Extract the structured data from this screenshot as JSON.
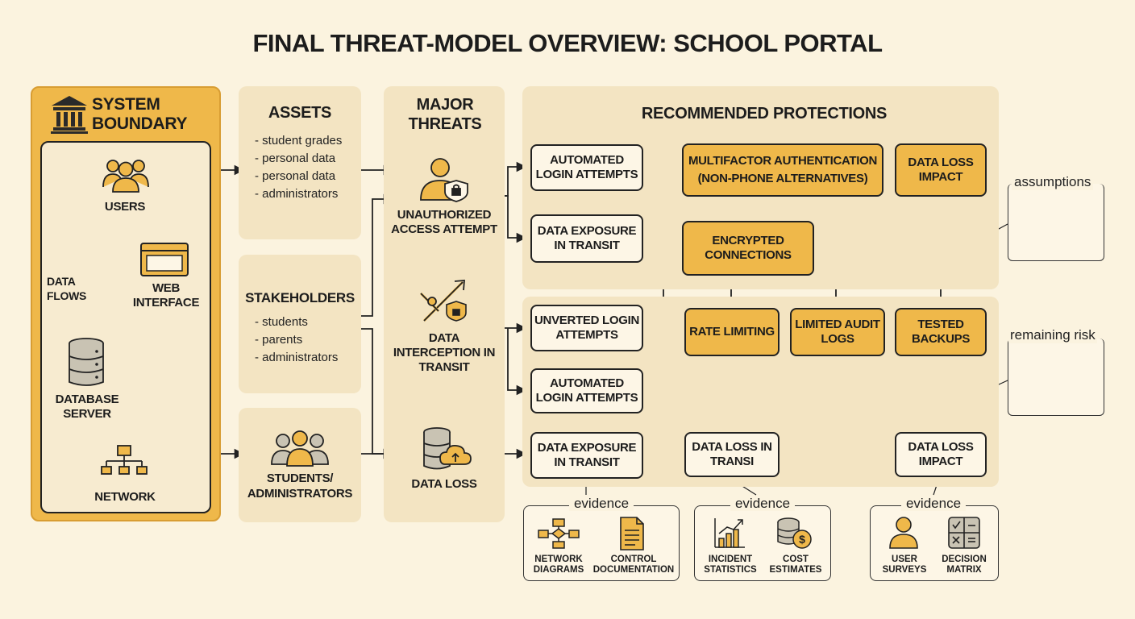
{
  "title": "FINAL THREAT-MODEL OVERVIEW: SCHOOL PORTAL",
  "system": {
    "title": "SYSTEM BOUNDARY",
    "users": "USERS",
    "data_flows": "DATA FLOWS",
    "web_interface": "WEB INTERFACE",
    "database_server": "DATABASE SERVER",
    "network": "NETWORK"
  },
  "assets": {
    "title": "ASSETS",
    "items": [
      "- student grades",
      "- personal data",
      "- personal data",
      "- administrators"
    ]
  },
  "stakeholders": {
    "title": "STAKEHOLDERS",
    "items": [
      "- students",
      "- parents",
      "- administrators"
    ]
  },
  "students_admins": "STUDENTS/ ADMINISTRATORS",
  "threats": {
    "title": "MAJOR THREATS",
    "unauthorized": "UNAUTHORIZED ACCESS ATTEMPT",
    "interception": "DATA INTERCEPTION IN TRANSIT",
    "data_loss": "DATA LOSS"
  },
  "threat_boxes": {
    "automated_login_1": "AUTOMATED LOGIN ATTEMPTS",
    "data_exposure_1": "DATA EXPOSURE IN TRANSIT",
    "unverted_login": "UNVERTED LOGIN ATTEMPTS",
    "automated_login_2": "AUTOMATED LOGIN ATTEMPTS",
    "data_exposure_2": "DATA EXPOSURE IN TRANSIT"
  },
  "protections": {
    "title": "RECOMMENDED PROTECTIONS",
    "mfa": "MULTIFACTOR AUTHENTICATION (NON-PHONE ALTERNATIVES)",
    "data_loss_impact_top": "DATA LOSS IMPACT",
    "encrypted": "ENCRYPTED CONNECTIONS",
    "rate_limiting": "RATE LIMITING",
    "audit_logs": "LIMITED AUDIT LOGS",
    "tested_backups": "TESTED BACKUPS",
    "data_loss_transi": "DATA LOSS IN TRANSI",
    "data_loss_impact_bottom": "DATA LOSS IMPACT"
  },
  "notes": {
    "assumptions": "assumptions",
    "remaining_risk": "remaining risk"
  },
  "evidence": {
    "label": "evidence",
    "items": [
      "NETWORK DIAGRAMS",
      "CONTROL DOCUMENTATION",
      "INCIDENT STATISTICS",
      "COST ESTIMATES",
      "USER SURVEYS",
      "DECISION MATRIX"
    ]
  },
  "colors": {
    "background": "#fbf3df",
    "panel": "#f3e4c2",
    "accent": "#efb84a",
    "ink": "#1c1c1c"
  }
}
